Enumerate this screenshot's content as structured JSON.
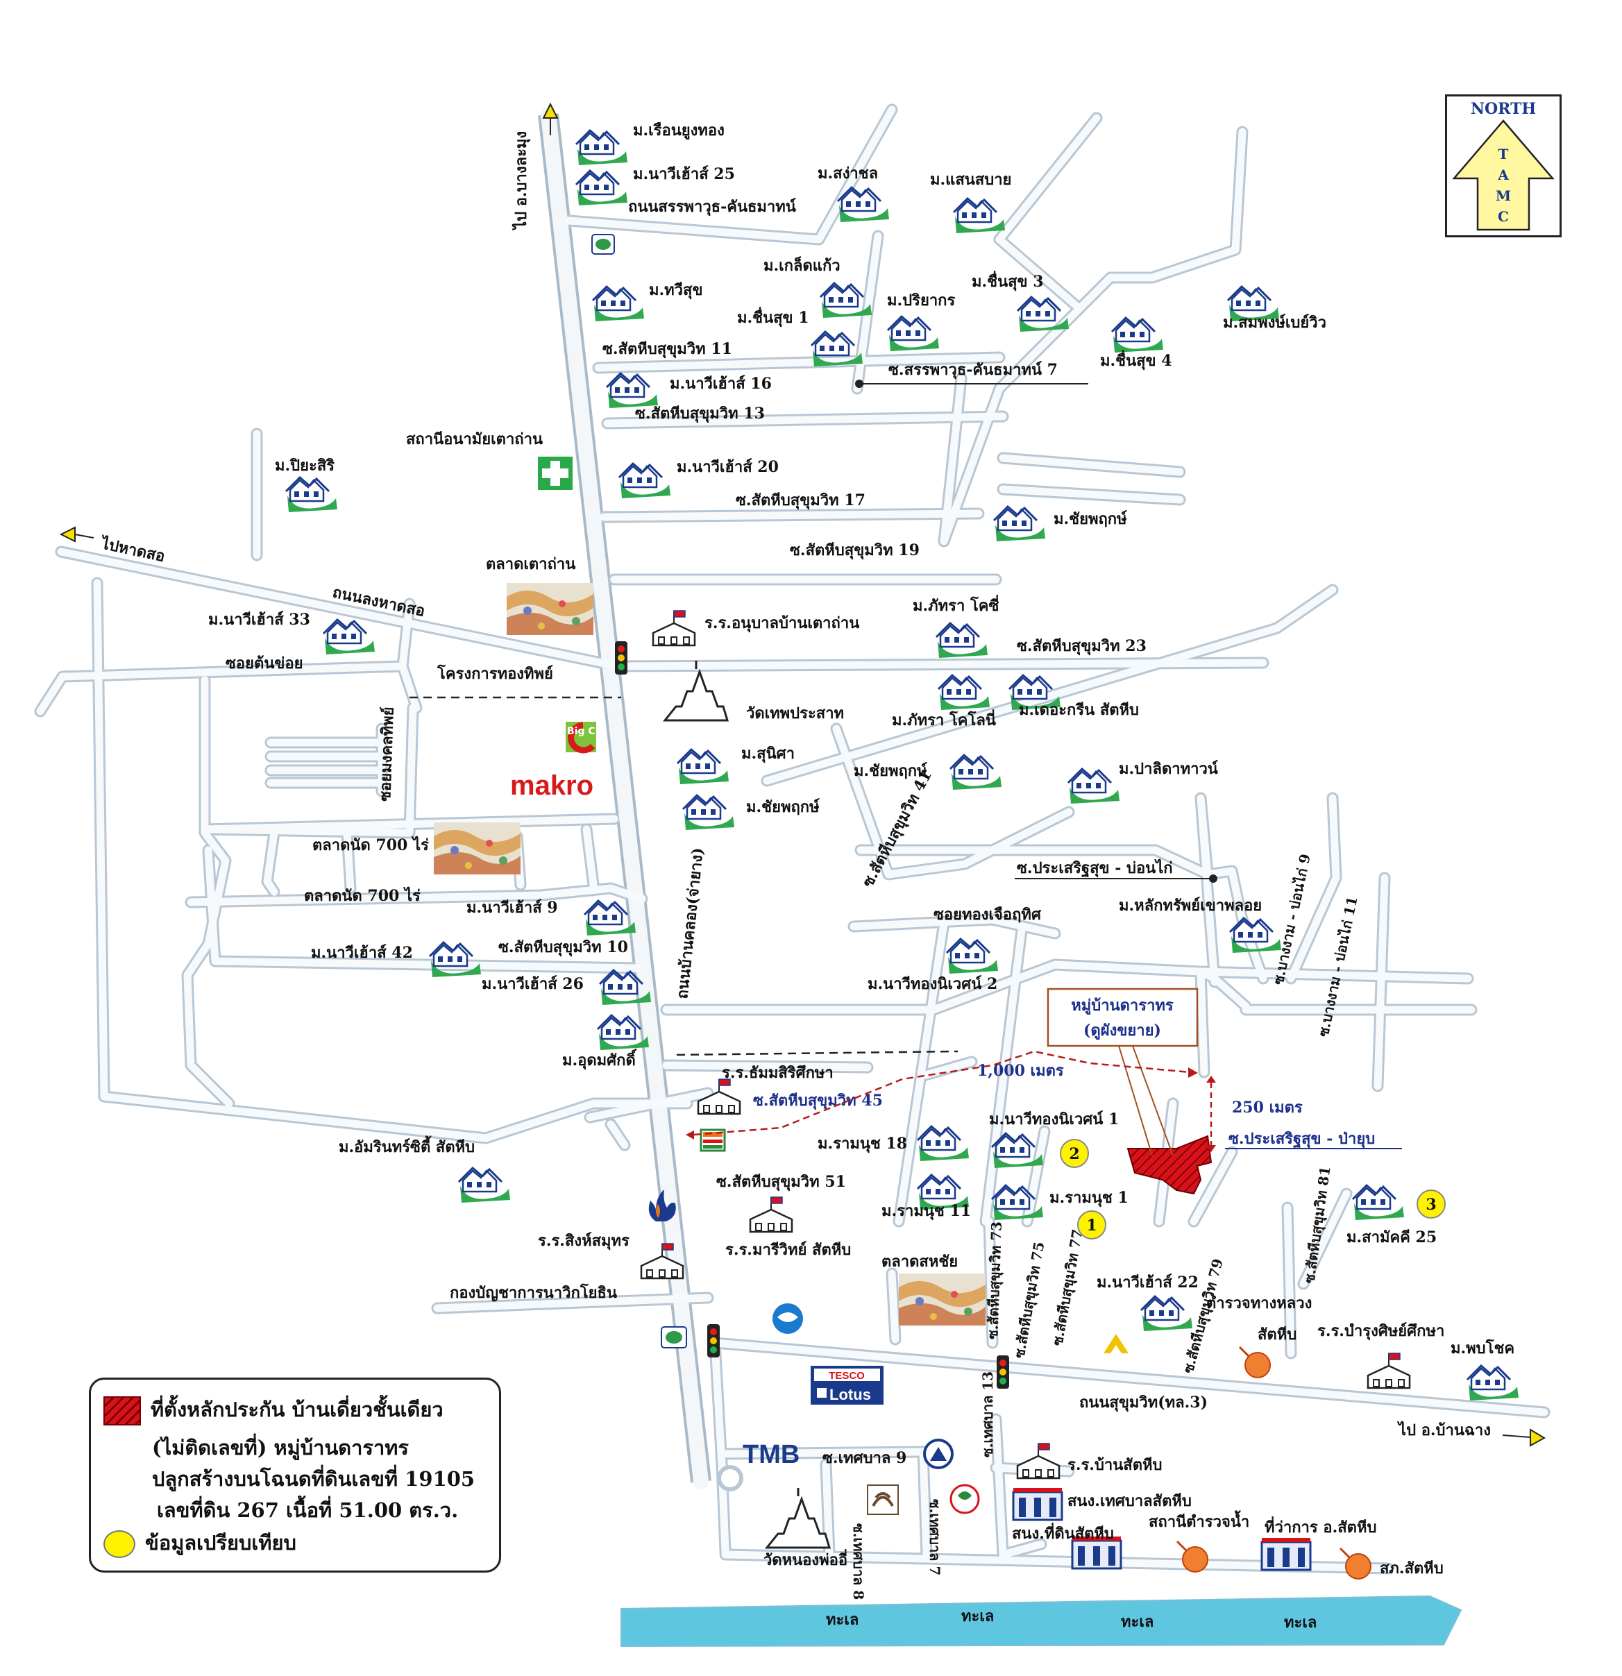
{
  "north_box": {
    "title": "NORTH",
    "letters": [
      "T",
      "A",
      "M",
      "C"
    ]
  },
  "roads": {
    "sukhumvit_main": "ถนนสุขุมวิท(ทล.3)",
    "sunthorn": "ถนนสรรพาวุธ-คันธมาทน์",
    "north_dir": "ไป อ.บางละมุง",
    "west_dir": "ไปหาดสอ",
    "east_dir": "ไป อ.บ้านฉาง",
    "laem": "ถนนลงหาดสอ",
    "khamnon": "ถนนบ้านคลอง(จ่ายาง)",
    "soi_ton_khoi": "ซอยต้นข่อย",
    "soi_mongkol": "ซอยมงคลทิพย์",
    "soi11": "ซ.สัตหีบสุขุมวิท 11",
    "soi13": "ซ.สัตหีบสุขุมวิท 13",
    "soi17": "ซ.สัตหีบสุขุมวิท 17",
    "soi19": "ซ.สัตหีบสุขุมวิท 19",
    "soi23": "ซ.สัตหีบสุขุมวิท 23",
    "soi41": "ซ.สัตหีบสุขุมวิท 41",
    "soi10": "ซ.สัตหีบสุขุมวิท 10",
    "soi45": "ซ.สัตหีบสุขุมวิท 45",
    "soi51": "ซ.สัตหีบสุขุมวิท 51",
    "soi73": "ซ.สัตหีบสุขุมวิท 73",
    "soi75": "ซ.สัตหีบสุขุมวิท 75",
    "soi77": "ซ.สัตหีบสุขุมวิท 77",
    "soi79": "ซ.สัตหีบสุขุมวิท 79",
    "soi81": "ซ.สัตหีบสุขุมวิท 81",
    "soi_sanphawut7": "ซ.สรรพาวุธ-คันธมาทน์ 7",
    "soi_prasert": "ซ.ประเสริฐสุข - บ่อนไก่",
    "soi_prasert_payup": "ซ.ประเสริฐสุข - ป่ายุบ",
    "soi_thong": "ซอยทองเจือฤทิศ",
    "soi_bangngam9": "ซ.บางงาม - บ่อนไก่ 9",
    "soi_bangngam11": "ซ.บางงาม - บ่อนไก่ 11",
    "tessaban9": "ซ.เทศบาล 9",
    "tessaban13": "ซ.เทศบาล 13",
    "tessaban8": "ซ.เทศบาล 8",
    "tessaban7": "ซ.เทศบาล 7",
    "market700a": "ตลาดนัด 700 ไร่",
    "market700b": "ตลาดนัด 700 ไร่",
    "navy": "กองบัญชาการนาวิกโยธิน"
  },
  "villages": [
    "ม.เรือนยูงทอง",
    "ม.นาวีเฮ้าส์ 25",
    "ม.สง่าชล",
    "ม.แสนสบาย",
    "ม.ทวีสุข",
    "ม.เกล็ดแก้ว",
    "ม.ชื่นสุข 1",
    "ม.ปริยากร",
    "ม.ชื่นสุข 3",
    "ม.ชื่นสุข 4",
    "ม.สมพงษ์เบย์วิว",
    "ม.นาวีเฮ้าส์ 16",
    "ม.นาวีเฮ้าส์ 20",
    "ม.ปิยะสิริ",
    "ม.ชัยพฤกษ์",
    "ม.นาวีเฮ้าส์ 33",
    "ม.ภัทรา โคซี่",
    "ม.ภัทรา โคโลนี่",
    "ม.เดอะกรีน สัตหีบ",
    "ม.สุนิศา",
    "ม.ชัยพฤกษ์",
    "ม.ชัยพฤกษ์",
    "ม.ปาลิดาทาวน์",
    "ม.หลักทรัพย์เขาพลอย",
    "ม.นาวีเฮ้าส์ 9",
    "ม.นาวีเฮ้าส์ 42",
    "ม.นาวีเฮ้าส์ 26",
    "ม.นาวีทองนิเวศน์ 2",
    "ม.อุดมศักดิ์",
    "ม.อัมรินทร์ซิตี้ สัตหีบ",
    "ม.รามนุช 18",
    "ม.นาวีทองนิเวศน์ 1",
    "ม.รามนุช 11",
    "ม.รามนุช 1",
    "ม.นาวีเฮ้าส์ 22",
    "ม.สามัคคี 25",
    "ม.พบโชค"
  ],
  "landmarks": {
    "health": "สถานีอนามัยเตาถ่าน",
    "market_tao": "ตลาดเตาถ่าน",
    "school_anuban": "ร.ร.อนุบาลบ้านเตาถ่าน",
    "thong_thip": "โครงการทองทิพย์",
    "wat_thep": "วัดเทพประสาท",
    "makro": "makro",
    "big_c": "Big C",
    "school_thamma": "ร.ร.ธัมมสิริศึกษา",
    "school_sing": "ร.ร.สิงห์สมุทร",
    "school_mari": "ร.ร.มารีวิทย์ สัตหีบ",
    "market_sahai": "ตลาดสหชัย",
    "tesco": "TESCO",
    "lotus": "Lotus",
    "tmb": "TMB",
    "wat_nong": "วัดหนองพ่ออี่",
    "school_ban": "ร.ร.บ้านสัตหีบ",
    "tessaban_office": "สนง.เทศบาลสัตหีบ",
    "land_office": "สนง.ที่ดินสัตหีบ",
    "water_police": "สถานีตำรวจน้ำ",
    "district_office": "ที่ว่าการ อ.สัตหีบ",
    "police_sattahip": "สภ.สัตหีบ",
    "highway_police": "ตำรวจทางหลวง",
    "police_sattahip2": "สัตหีบ",
    "school_bamrung": "ร.ร.บำรุงศิษย์ศึกษา"
  },
  "subject": {
    "title": "หมู่บ้านดาราทร",
    "subtitle": "(ดูผังขยาย)",
    "dist1": "1,000 เมตร",
    "dist2": "250 เมตร"
  },
  "comparables": [
    "1",
    "2",
    "3"
  ],
  "sea": [
    "ทะเล",
    "ทะเล",
    "ทะเล",
    "ทะเล"
  ],
  "legend": {
    "line1": "ที่ตั้งหลักประกัน บ้านเดี่ยวชั้นเดียว",
    "line2": "(ไม่ติดเลขที่) หมู่บ้านดาราทร",
    "line3": "ปลูกสร้างบนโฉนดที่ดินเลขที่ 19105",
    "line4": "เลขที่ดิน 267 เนื้อที่ 51.00 ตร.ว.",
    "line5": "ข้อมูลเปรียบเทียบ"
  },
  "colors": {
    "road": "#b8c7d3",
    "subject": "#d8111a",
    "comparable": "#fff200",
    "sea": "#5fc6e0",
    "village_green": "#2fa84f"
  }
}
